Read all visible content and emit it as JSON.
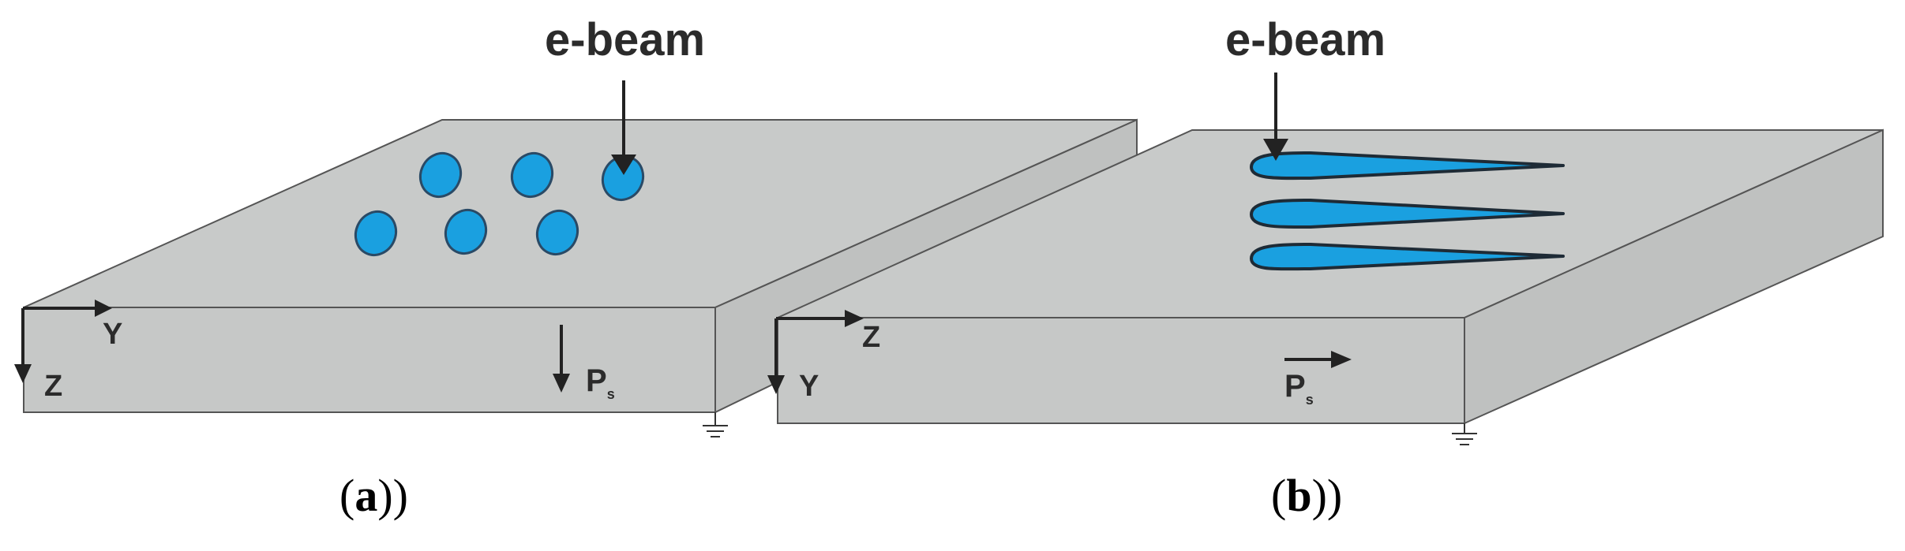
{
  "panel_a": {
    "beam_label": "e-beam",
    "axis_h": "Y",
    "axis_v": "Z",
    "polarization": "P",
    "polarization_sub": "s",
    "caption_letter": "a",
    "domain_shape": "dots"
  },
  "panel_b": {
    "beam_label": "e-beam",
    "axis_h": "Z",
    "axis_v": "Y",
    "polarization": "P",
    "polarization_sub": "s",
    "caption_letter": "b",
    "domain_shape": "needles"
  },
  "colors": {
    "slab_top": "#c8cac9",
    "slab_front": "#c6c8c7",
    "slab_side": "#c0c2c1",
    "edge": "#4a4a4a",
    "domain_fill": "#1aa0e0",
    "domain_stroke": "#24405a",
    "arrow": "#222222"
  },
  "icons": {
    "ground": "ground-icon"
  }
}
